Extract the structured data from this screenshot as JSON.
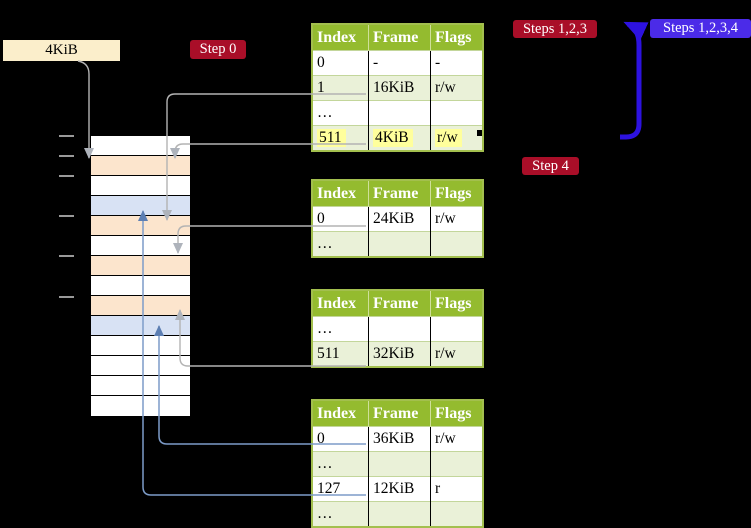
{
  "labels": {
    "page_size_label": "4KiB",
    "step0": "Step 0",
    "steps_123": "Steps 1,2,3",
    "steps_1234": "Steps 1,2,3,4",
    "step4": "Step 4"
  },
  "colors": {
    "badge_red": "#a90e28",
    "badge_blue": "#4b2be8",
    "label_cream": "#fbeecb",
    "table_header_green": "#94bb2f",
    "table_row_green": "#eaf1d8",
    "table_border_green": "#a3bf4e",
    "highlight_yellow": "#ffff9c",
    "stack_orange": "#fce5cd",
    "stack_blue": "#d8e2f4",
    "gray_line": "#b3b3b3",
    "gray_arrow": "#aeb3bb",
    "blue_line": "#7d9cc9",
    "blue_arrow": "#5d7fb3",
    "big_arrow_blue": "#2d12e0",
    "tick_gray": "#999999"
  },
  "memory_stack": {
    "rows": [
      "white",
      "orange",
      "white",
      "blue",
      "orange",
      "white",
      "orange",
      "white",
      "orange",
      "blue",
      "white",
      "white",
      "white",
      "white"
    ]
  },
  "tables": [
    {
      "name": "page-table-level-top",
      "headers": [
        "Index",
        "Frame",
        "Flags"
      ],
      "rows": [
        {
          "cells": [
            "0",
            "-",
            "-"
          ],
          "shaded": false,
          "highlighted": false
        },
        {
          "cells": [
            "1",
            "16KiB",
            "r/w"
          ],
          "shaded": true,
          "highlighted": false
        },
        {
          "cells": [
            "…",
            "",
            ""
          ],
          "shaded": false,
          "highlighted": false
        },
        {
          "cells": [
            "511",
            "4KiB",
            "r/w"
          ],
          "shaded": true,
          "highlighted": true
        }
      ]
    },
    {
      "name": "page-table-level-2",
      "headers": [
        "Index",
        "Frame",
        "Flags"
      ],
      "rows": [
        {
          "cells": [
            "0",
            "24KiB",
            "r/w"
          ],
          "shaded": false,
          "highlighted": false
        },
        {
          "cells": [
            "…",
            "",
            ""
          ],
          "shaded": true,
          "highlighted": false
        }
      ]
    },
    {
      "name": "page-table-level-3",
      "headers": [
        "Index",
        "Frame",
        "Flags"
      ],
      "rows": [
        {
          "cells": [
            "…",
            "",
            ""
          ],
          "shaded": false,
          "highlighted": false
        },
        {
          "cells": [
            "511",
            "32KiB",
            "r/w"
          ],
          "shaded": true,
          "highlighted": false
        }
      ]
    },
    {
      "name": "page-table-level-4",
      "headers": [
        "Index",
        "Frame",
        "Flags"
      ],
      "rows": [
        {
          "cells": [
            "0",
            "36KiB",
            "r/w"
          ],
          "shaded": false,
          "highlighted": false
        },
        {
          "cells": [
            "…",
            "",
            ""
          ],
          "shaded": true,
          "highlighted": false
        },
        {
          "cells": [
            "127",
            "12KiB",
            "r"
          ],
          "shaded": false,
          "highlighted": false
        },
        {
          "cells": [
            "…",
            "",
            ""
          ],
          "shaded": true,
          "highlighted": false
        }
      ]
    }
  ]
}
